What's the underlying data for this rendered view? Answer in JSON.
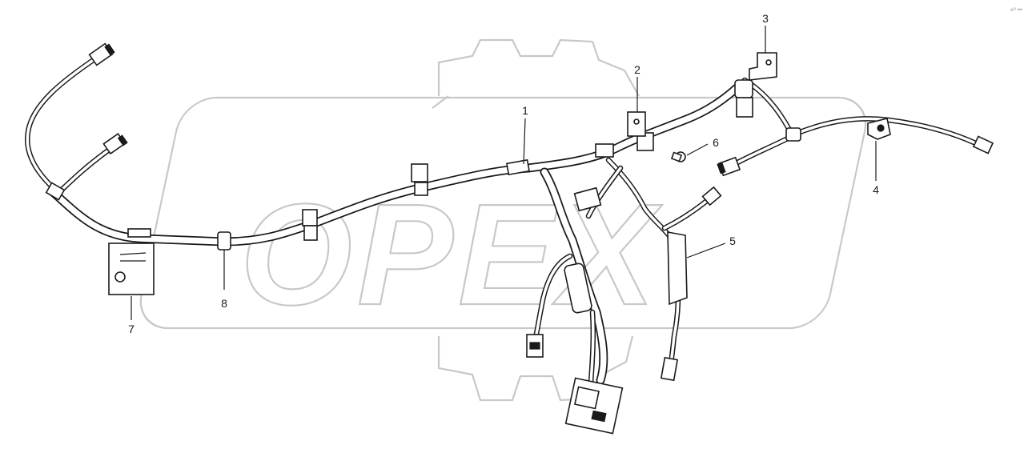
{
  "watermark": {
    "text": "OPEX"
  },
  "corner_mark": "s²² •••",
  "callouts": {
    "c1": "1",
    "c2": "2",
    "c3": "3",
    "c4": "4",
    "c5": "5",
    "c6": "6",
    "c7": "7",
    "c8": "8"
  }
}
